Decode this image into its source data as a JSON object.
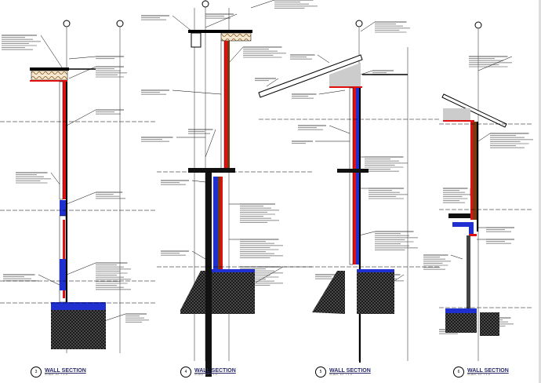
{
  "sheet": {
    "sections": [
      {
        "number": "3",
        "title": "WALL SECTION",
        "scale": "SCALE: 1/2\" = 1'-0\""
      },
      {
        "number": "4",
        "title": "WALL SECTION",
        "scale": "SCALE: 1/2\" = 1'-0\""
      },
      {
        "number": "5",
        "title": "WALL SECTION",
        "scale": "SCALE: 1/2\" = 1'-0\""
      },
      {
        "number": "6",
        "title": "WALL SECTION",
        "scale": "SCALE: 1/2\" = 1'-0\""
      }
    ]
  },
  "colors": {
    "air_barrier": "#e01010",
    "insulation": "#2030d0",
    "sheathing": "#7a3a10",
    "concrete": "#222222"
  }
}
